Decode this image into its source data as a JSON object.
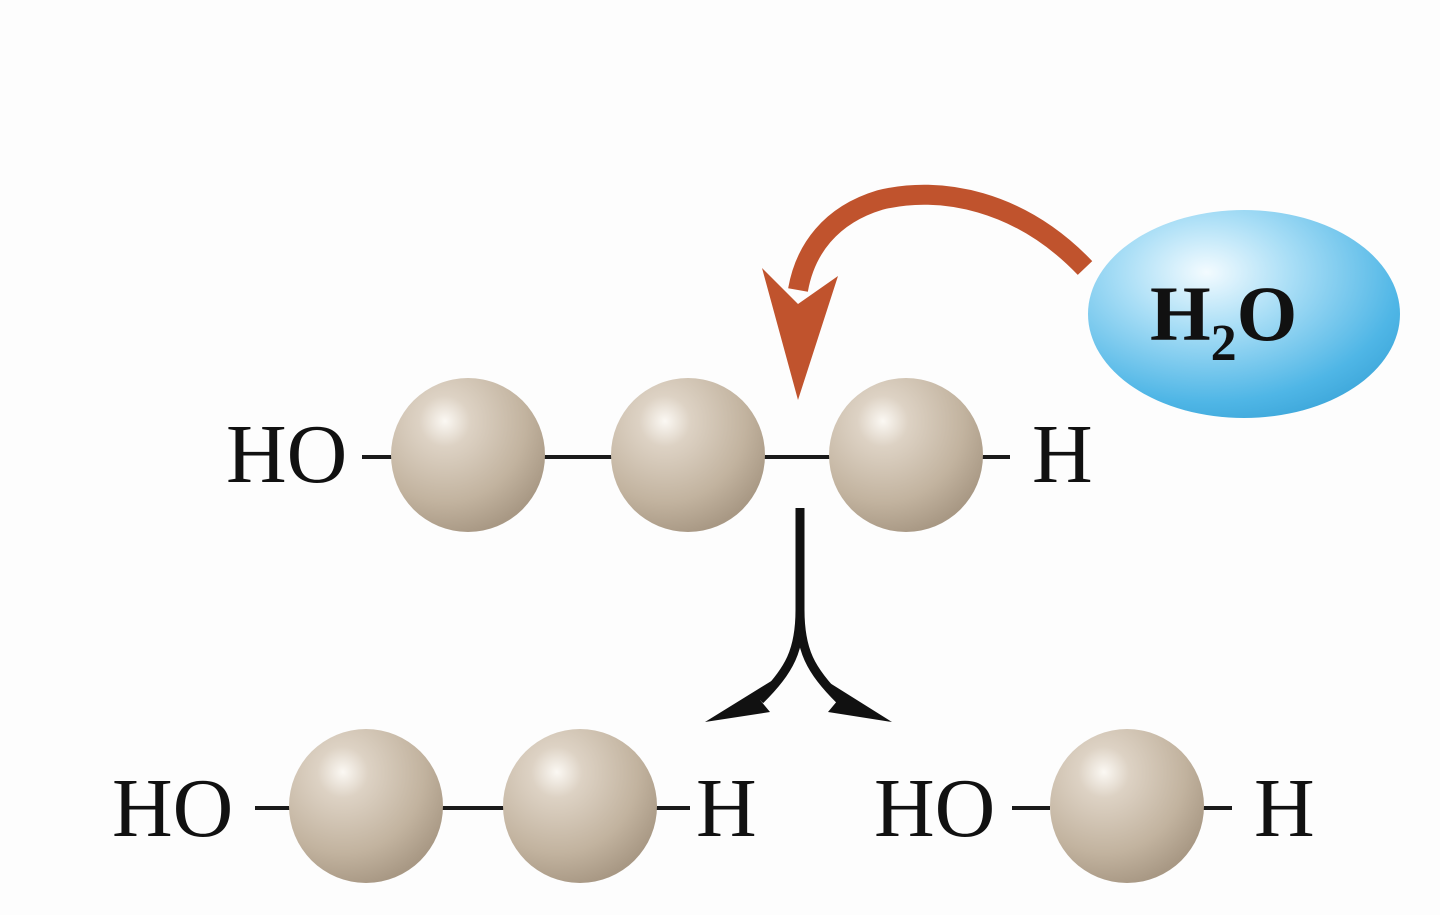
{
  "water": {
    "label_h": "H",
    "label_sub": "2",
    "label_o": "O",
    "fill_color": "#6cc3ea"
  },
  "polymer": {
    "left_end": "HO",
    "right_end": "H",
    "monomer_count": 3
  },
  "product_dimer": {
    "left_end": "HO",
    "right_end": "H",
    "monomer_count": 2
  },
  "product_monomer": {
    "left_end": "HO",
    "right_end": "H",
    "monomer_count": 1
  },
  "colors": {
    "water_arrow": "#c0532d",
    "split_arrow": "#111111",
    "monomer_fill": "#c9bba8",
    "bond": "#1a1a1a"
  }
}
